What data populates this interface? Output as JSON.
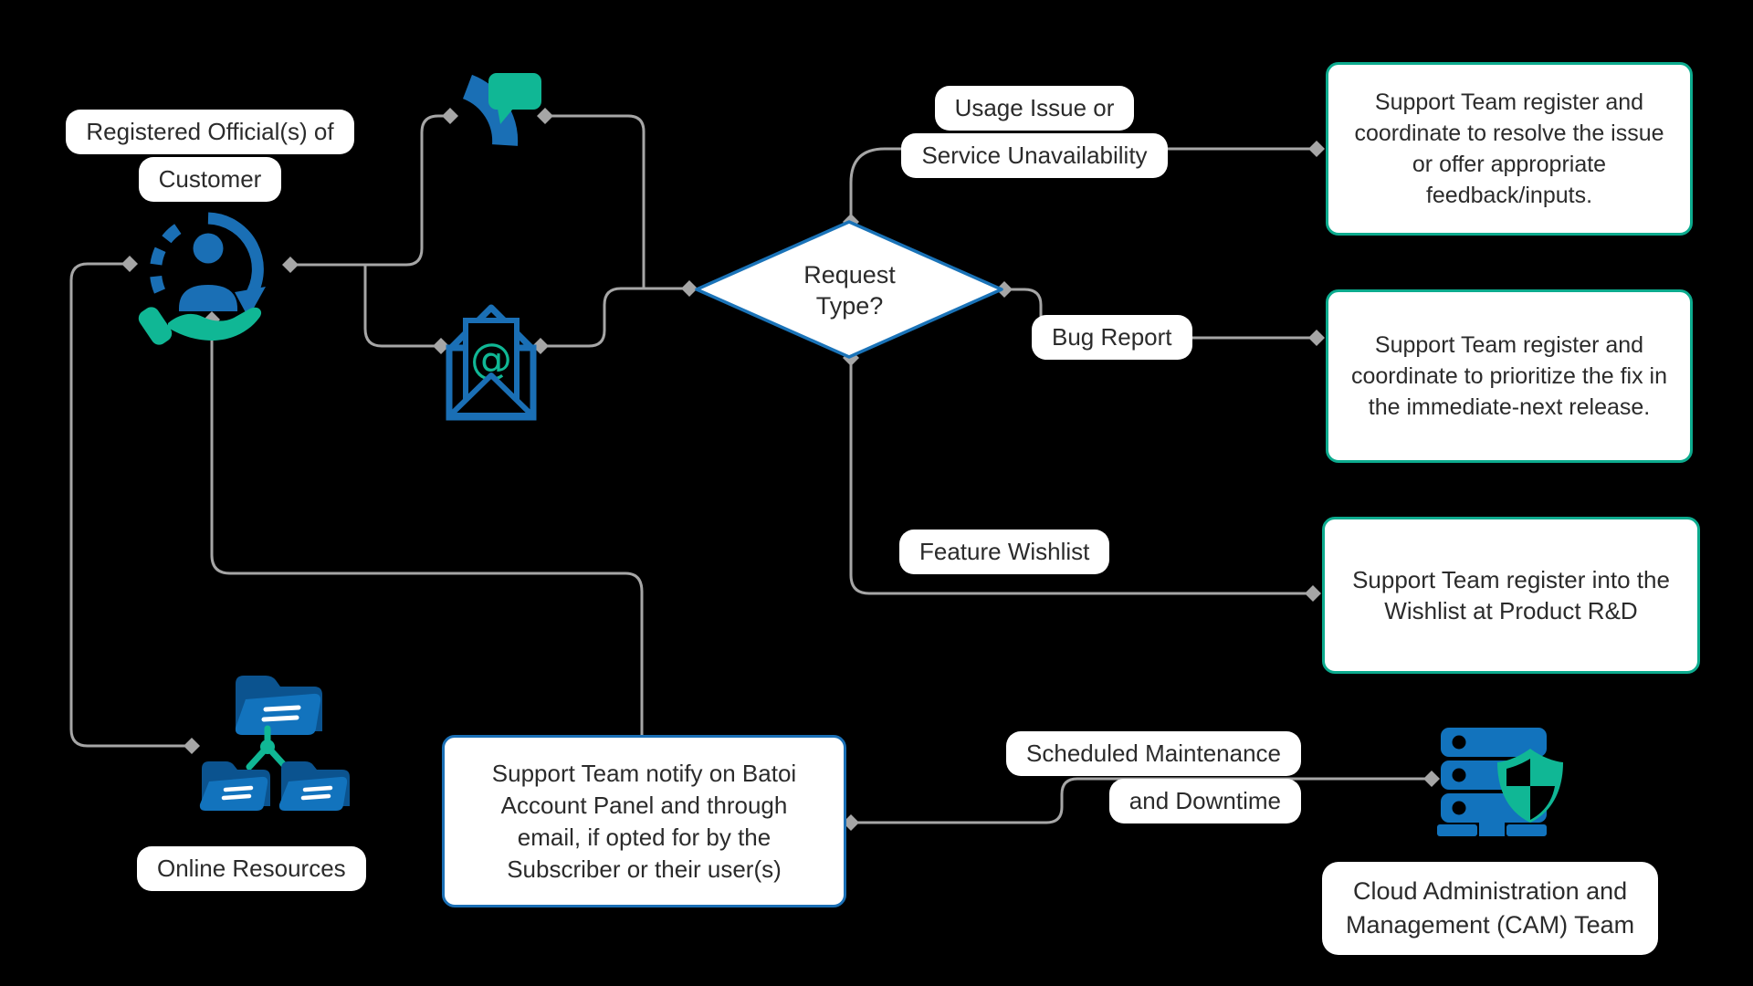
{
  "background": "#000000",
  "colors": {
    "icon_blue": "#1a6fb5",
    "icon_teal": "#10b795",
    "green_box_border": "#0cab8e",
    "blue_box_border": "#1a6fb5",
    "decision_border": "#1a73b8",
    "connector_gray": "#a6a6a6",
    "text": "#2b2b2b",
    "label_background": "#ffffff"
  },
  "nodes": {
    "registered_official": {
      "lines": [
        "Registered Official(s) of",
        "Customer"
      ]
    },
    "decision": {
      "lines": [
        "Request",
        "Type?"
      ]
    },
    "usage": {
      "lines": [
        "Usage Issue or",
        "Service Unavailability"
      ]
    },
    "bug": {
      "label": "Bug Report"
    },
    "feature": {
      "label": "Feature Wishlist"
    },
    "online_resources": {
      "label": "Online Resources"
    },
    "scheduled": {
      "lines": [
        "Scheduled Maintenance",
        "and Downtime"
      ]
    },
    "cam": {
      "lines": [
        "Cloud Administration and",
        "Management (CAM) Team"
      ]
    },
    "outcome_usage": {
      "text": "Support Team register and coordinate to resolve the issue or offer appropriate feedback/inputs."
    },
    "outcome_bug": {
      "text": "Support Team register and coordinate to prioritize the fix in the immediate-next release."
    },
    "outcome_wishlist": {
      "text": "Support Team register into the Wishlist at Product R&D"
    },
    "notify": {
      "text": "Support Team notify on Batoi Account Panel and through email, if opted for by the Subscriber or their user(s)"
    }
  },
  "icons": {
    "customer": "customer-support-icon",
    "phone": "phone-chat-icon",
    "email": "email-at-icon",
    "email_at": "@",
    "online_resources": "folder-network-icon",
    "cam": "server-shield-icon"
  }
}
